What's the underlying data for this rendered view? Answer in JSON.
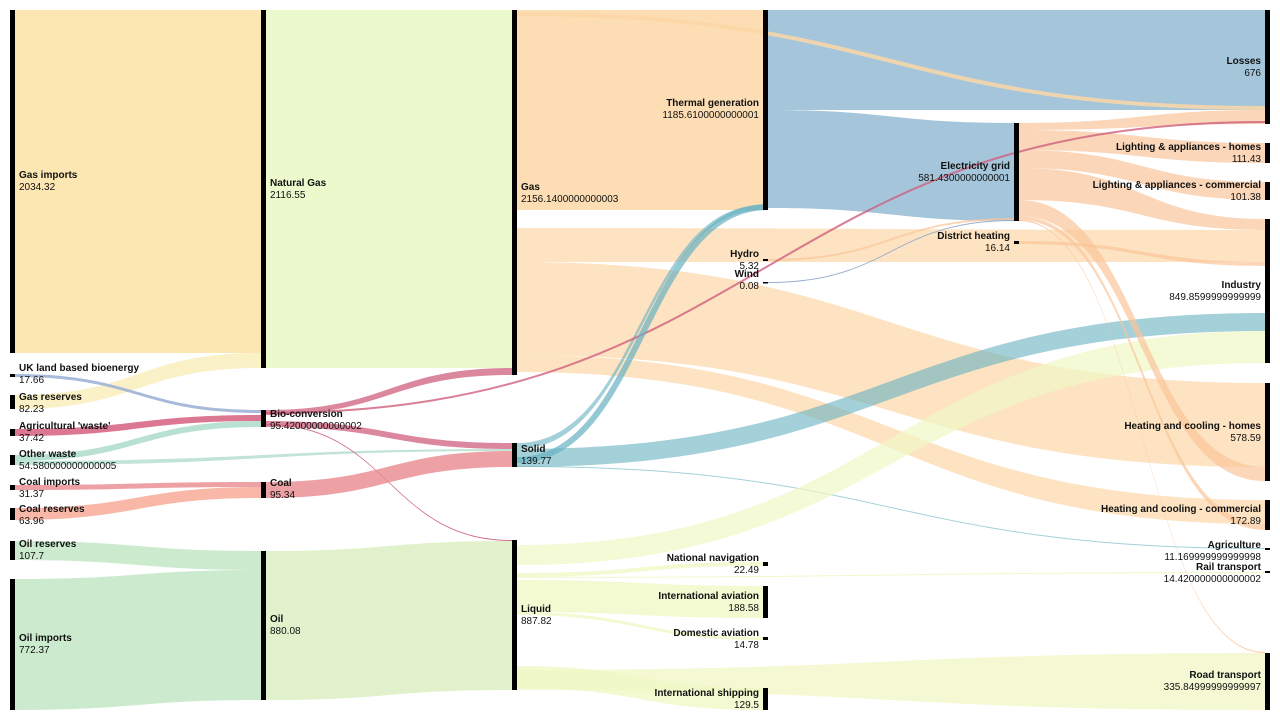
{
  "nodes": {
    "gas_imports": {
      "name": "Gas imports",
      "value": "2034.32"
    },
    "uk_bio": {
      "name": "UK land based bioenergy",
      "value": "17.66"
    },
    "gas_reserves": {
      "name": "Gas reserves",
      "value": "82.23"
    },
    "agri_waste": {
      "name": "Agricultural 'waste'",
      "value": "37.42"
    },
    "other_waste": {
      "name": "Other waste",
      "value": "54.580000000000005"
    },
    "coal_imports": {
      "name": "Coal imports",
      "value": "31.37"
    },
    "coal_reserves": {
      "name": "Coal reserves",
      "value": "63.96"
    },
    "oil_reserves": {
      "name": "Oil reserves",
      "value": "107.7"
    },
    "oil_imports": {
      "name": "Oil imports",
      "value": "772.37"
    },
    "natural_gas": {
      "name": "Natural Gas",
      "value": "2116.55"
    },
    "bio_conversion": {
      "name": "Bio-conversion",
      "value": "95.42000000000002"
    },
    "coal": {
      "name": "Coal",
      "value": "95.34"
    },
    "oil": {
      "name": "Oil",
      "value": "880.08"
    },
    "gas": {
      "name": "Gas",
      "value": "2156.1400000000003"
    },
    "solid": {
      "name": "Solid",
      "value": "139.77"
    },
    "liquid": {
      "name": "Liquid",
      "value": "887.82"
    },
    "thermal": {
      "name": "Thermal generation",
      "value": "1185.6100000000001"
    },
    "hydro": {
      "name": "Hydro",
      "value": "5.32"
    },
    "wind": {
      "name": "Wind",
      "value": "0.08"
    },
    "nat_nav": {
      "name": "National navigation",
      "value": "22.49"
    },
    "int_aviation": {
      "name": "International aviation",
      "value": "188.58"
    },
    "dom_aviation": {
      "name": "Domestic aviation",
      "value": "14.78"
    },
    "int_shipping": {
      "name": "International shipping",
      "value": "129.5"
    },
    "elec_grid": {
      "name": "Electricity grid",
      "value": "581.4300000000001"
    },
    "district": {
      "name": "District heating",
      "value": "16.14"
    },
    "losses": {
      "name": "Losses",
      "value": "676"
    },
    "light_homes": {
      "name": "Lighting & appliances - homes",
      "value": "111.43"
    },
    "light_comm": {
      "name": "Lighting & appliances - commercial",
      "value": "101.38"
    },
    "industry": {
      "name": "Industry",
      "value": "849.8599999999999"
    },
    "heat_homes": {
      "name": "Heating and cooling - homes",
      "value": "578.59"
    },
    "heat_comm": {
      "name": "Heating and cooling - commercial",
      "value": "172.89"
    },
    "agriculture": {
      "name": "Agriculture",
      "value": "11.169999999999998"
    },
    "rail": {
      "name": "Rail transport",
      "value": "14.420000000000002"
    },
    "road": {
      "name": "Road transport",
      "value": "335.84999999999997"
    }
  },
  "colors": {
    "gas_imports": "#fbe2a3",
    "uk_bio": "#fbf0c0",
    "agri": "#d04a6f",
    "other_waste": "#a7d9c6",
    "coal": "#e88a8f",
    "coal_reserves": "#f7a691",
    "oil": "#c5e8c9",
    "natural_gas": "#eaf8c8",
    "oil_node": "#deefc6",
    "gas": "#fcd7a7",
    "solid": "#67b0c2",
    "liquid": "#f0f7c4",
    "thermal": "#9fc2d8",
    "bio_to_gas": "#cf5f7d",
    "grid_out": "#fac49a",
    "node_bar": "#000000"
  }
}
